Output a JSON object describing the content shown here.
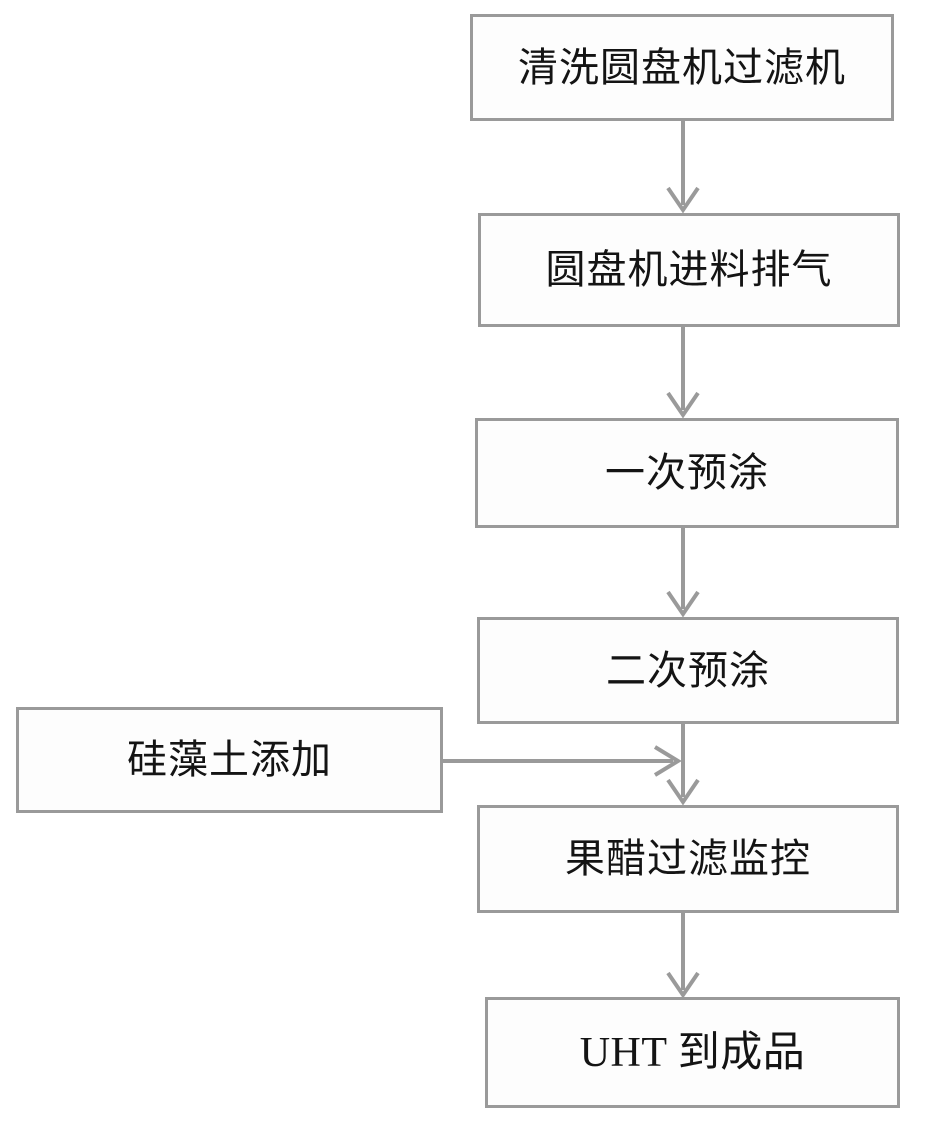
{
  "diagram": {
    "type": "flowchart",
    "orientation": "vertical",
    "line_color": "#9a9a9a",
    "box_fill": "#fdfdfd",
    "text_color": "#141414",
    "nodes": [
      {
        "id": "clean",
        "label": "清洗圆盘机过滤机"
      },
      {
        "id": "feed",
        "label": "圆盘机进料排气"
      },
      {
        "id": "precoat1",
        "label": "一次预涂"
      },
      {
        "id": "precoat2",
        "label": "二次预涂"
      },
      {
        "id": "diatomite",
        "label": "硅藻土添加"
      },
      {
        "id": "monitor",
        "label": "果醋过滤监控"
      },
      {
        "id": "uht",
        "label": "UHT 到成品"
      }
    ],
    "edges": [
      {
        "from": "clean",
        "to": "feed",
        "direction": "down"
      },
      {
        "from": "feed",
        "to": "precoat1",
        "direction": "down"
      },
      {
        "from": "precoat1",
        "to": "precoat2",
        "direction": "down"
      },
      {
        "from": "precoat2",
        "to": "monitor",
        "direction": "down"
      },
      {
        "from": "diatomite",
        "to": "monitor",
        "direction": "right"
      },
      {
        "from": "monitor",
        "to": "uht",
        "direction": "down"
      }
    ]
  }
}
